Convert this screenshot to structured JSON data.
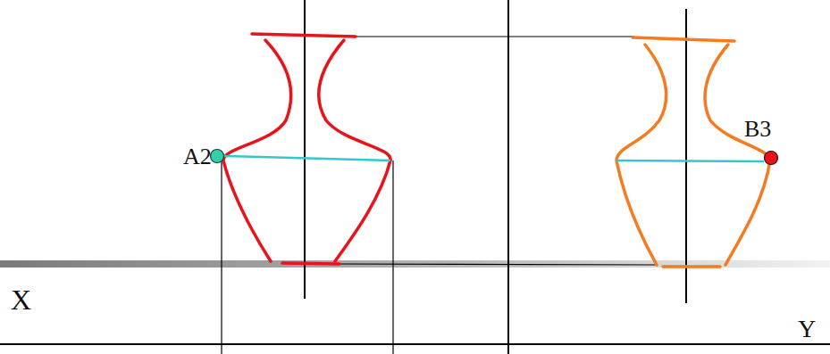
{
  "diagram": {
    "labels": [
      "A2",
      "B3",
      "X",
      "Y"
    ]
  }
}
